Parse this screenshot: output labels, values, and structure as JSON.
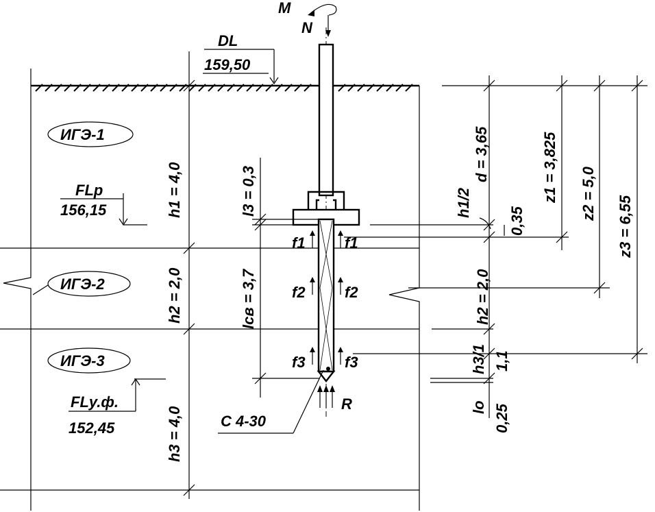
{
  "top": {
    "moment_label": "M",
    "force_label": "N"
  },
  "levels": {
    "dl_label": "DL",
    "dl_value": "159,50",
    "fl_label": "FLp",
    "fl_value": "156,15",
    "fluf_label": "FLу.ф.",
    "fluf_value": "152,45"
  },
  "layers": {
    "ige1": "ИГЭ-1",
    "ige2": "ИГЭ-2",
    "ige3": "ИГЭ-3",
    "h1": "h1 = 4,0",
    "h2": "h2 = 2,0",
    "h3": "h3 = 4,0"
  },
  "pile": {
    "l3": "l3 = 0,3",
    "lsv": "lсв = 3,7",
    "f1_left": "f1",
    "f1_right": "f1",
    "f2_left": "f2",
    "f2_right": "f2",
    "f3_left": "f3",
    "f3_right": "f3",
    "reaction": "R",
    "mark": "С 4-30"
  },
  "dims": {
    "h12": "h1/2",
    "d": "d = 3,65",
    "d035": "0,35",
    "h2r": "h2 = 2,0",
    "h31": "h3/1",
    "v11": "1,1",
    "lo": "lo",
    "v025": "0,25",
    "z1": "z1 = 3,825",
    "z2": "z2 = 5,0",
    "z3": "z3 = 6,55"
  }
}
